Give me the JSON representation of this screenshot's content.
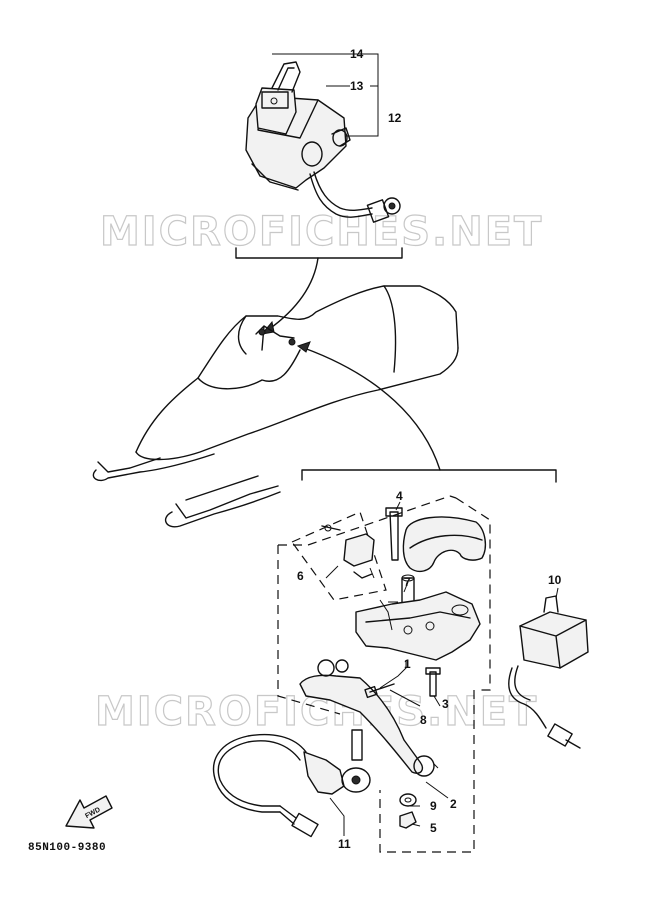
{
  "figure": {
    "part_number": "85N100-9380",
    "watermark": "MICROFICHES.NET",
    "fwd_label": "FWD"
  },
  "callouts": {
    "c1": "1",
    "c2": "2",
    "c3": "3",
    "c4": "4",
    "c5": "5",
    "c6": "6",
    "c7": "7",
    "c8": "8",
    "c9": "9",
    "c10": "10",
    "c11": "11",
    "c12": "12",
    "c13": "13",
    "c14": "14"
  }
}
